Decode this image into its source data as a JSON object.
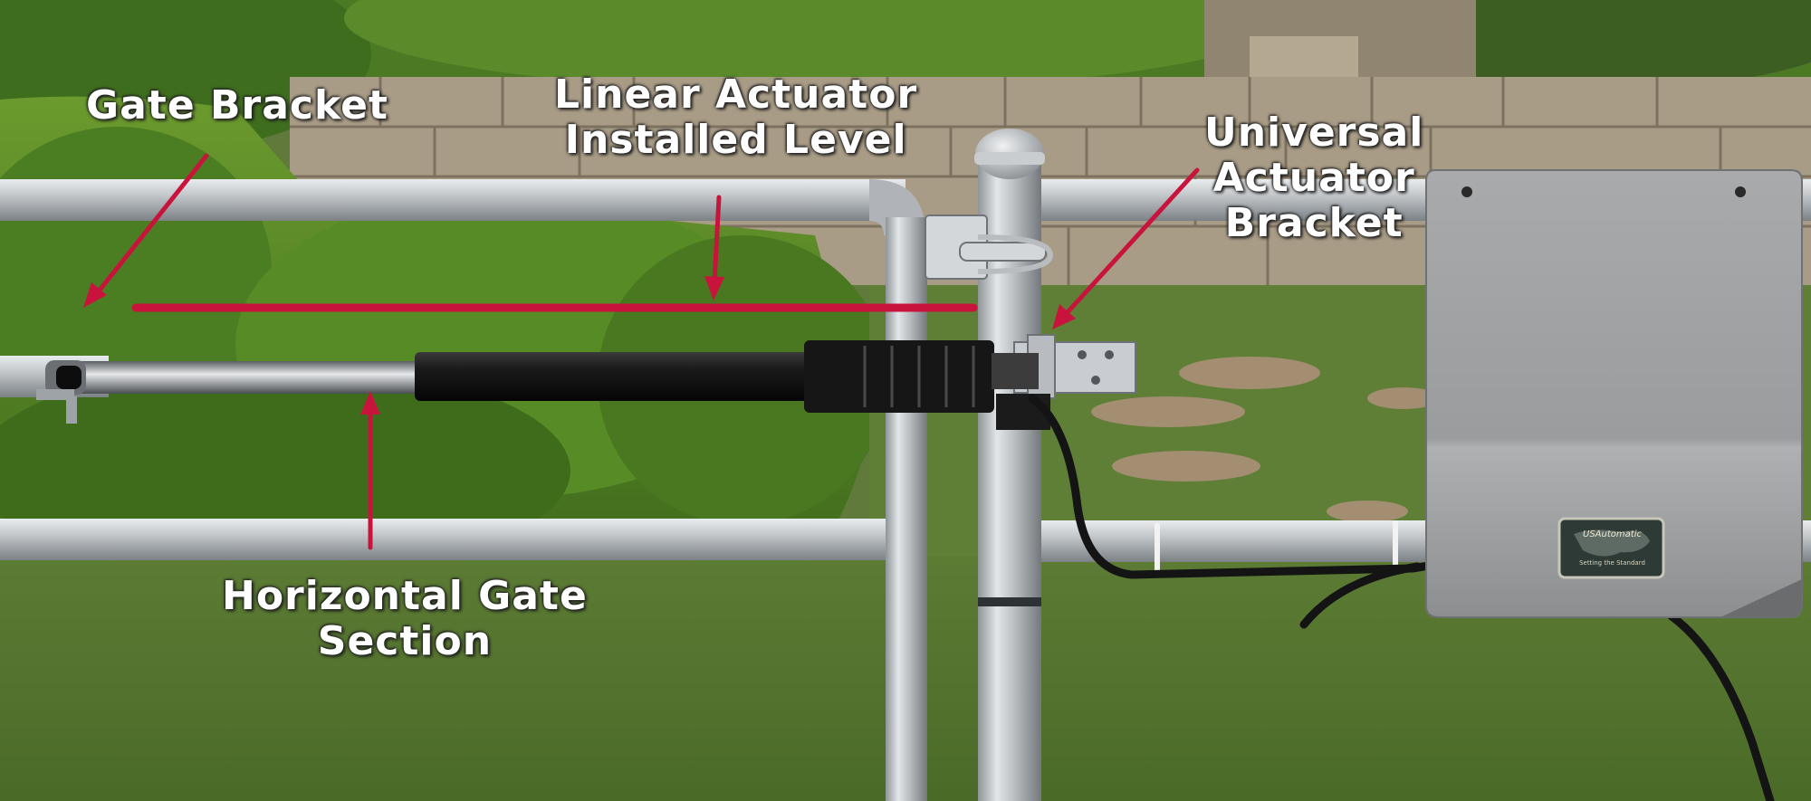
{
  "image": {
    "description_free": true,
    "colors": {
      "callout_line": "#c8143c",
      "callout_text": "#ffffff",
      "galvanized_steel": "#b8bcc0",
      "actuator_body": "#111111",
      "control_box": "#9a9c9e",
      "lawn": "#5d7a36",
      "hedge": "#4f7a22",
      "stone_wall": "#a89a84"
    }
  },
  "callouts": {
    "gate_bracket": [
      "Gate Bracket"
    ],
    "linear_actuator": [
      "Linear Actuator",
      "Installed Level"
    ],
    "universal_bracket": [
      "Universal",
      "Actuator",
      "Bracket"
    ],
    "horizontal_section": [
      "Horizontal Gate",
      "Section"
    ]
  },
  "logo": {
    "brand": "USAutomatic",
    "tagline": "Setting the Standard"
  }
}
